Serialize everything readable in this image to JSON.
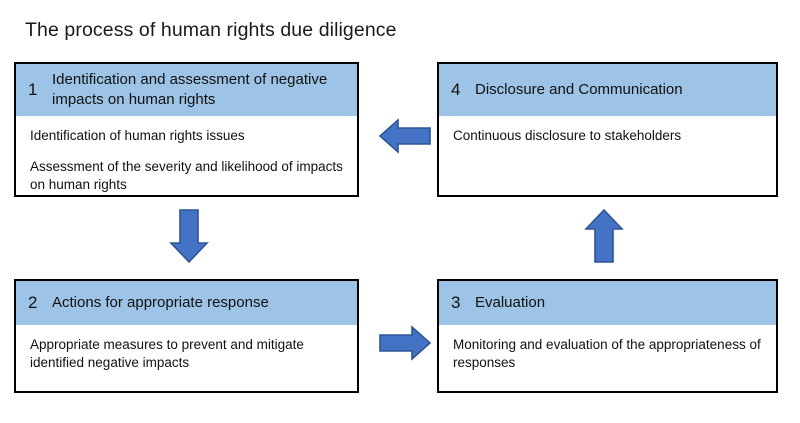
{
  "title": "The process of human rights due diligence",
  "colors": {
    "header_band": "#9DC3E6",
    "arrow_fill": "#4472C4",
    "arrow_stroke": "#2F5597",
    "box_border": "#000000",
    "text": "#111111",
    "background": "#FFFFFF"
  },
  "steps": [
    {
      "number": "1",
      "title": "Identification and assessment of negative impacts on human rights",
      "lines": [
        "Identification of human rights issues",
        "Assessment of the severity and likelihood of impacts on human rights"
      ]
    },
    {
      "number": "2",
      "title": "Actions for appropriate response",
      "lines": [
        "Appropriate measures to prevent and mitigate identified negative impacts"
      ]
    },
    {
      "number": "3",
      "title": "Evaluation",
      "lines": [
        "Monitoring and evaluation of the appropriateness of responses"
      ]
    },
    {
      "number": "4",
      "title": "Disclosure and Communication",
      "lines": [
        "Continuous disclosure to stakeholders"
      ]
    }
  ],
  "arrows": [
    {
      "id": "arrow-4-to-1",
      "direction": "left",
      "from": "4",
      "to": "1",
      "icon": "arrow-left-icon"
    },
    {
      "id": "arrow-1-to-2",
      "direction": "down",
      "from": "1",
      "to": "2",
      "icon": "arrow-down-icon"
    },
    {
      "id": "arrow-2-to-3",
      "direction": "right",
      "from": "2",
      "to": "3",
      "icon": "arrow-right-icon"
    },
    {
      "id": "arrow-3-to-4",
      "direction": "up",
      "from": "3",
      "to": "4",
      "icon": "arrow-up-icon"
    }
  ]
}
